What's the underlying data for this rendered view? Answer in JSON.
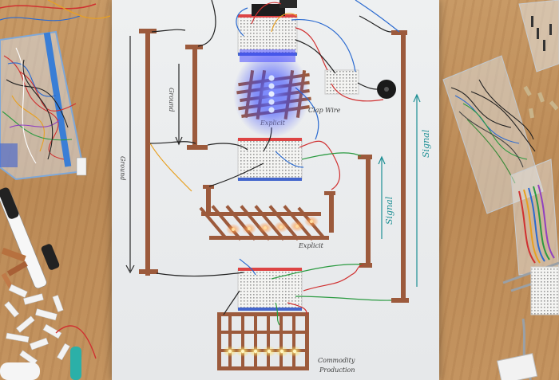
{
  "photo": {
    "labels": {
      "ground_left": "Ground",
      "ground_mid": "Ground",
      "explicit_top": "Explicit",
      "clap_wire": "Clap Wire",
      "signal_right": "Signal",
      "signal_mid": "Signal",
      "explicit_mid": "Explicit",
      "commodity_line1": "Commodity",
      "commodity_line2": "Production"
    },
    "colors": {
      "wood": "#c89a66",
      "board": "#eceeef",
      "copper_tape": "#9c5a3c",
      "blue_led": "#2f4dff",
      "orange_led": "#ff7a2a",
      "yellow_led": "#ffd23a",
      "annotation_green": "#1d8f94"
    }
  }
}
